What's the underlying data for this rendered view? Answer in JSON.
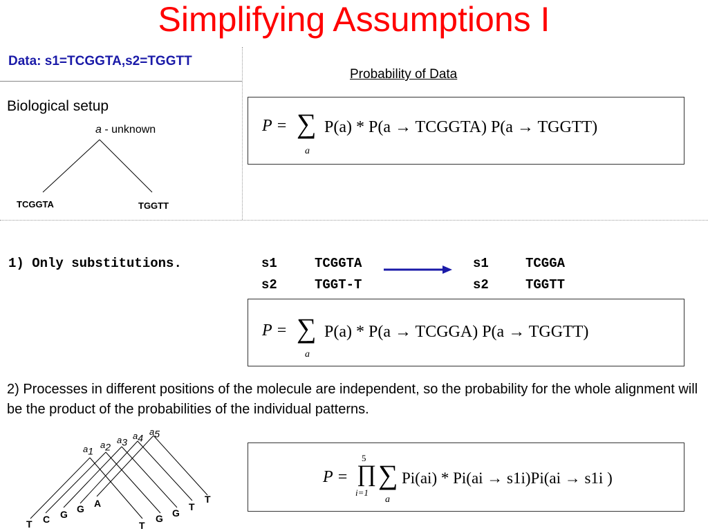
{
  "title": "Simplifying Assumptions I",
  "data_label": "Data: s1=TCGGTA,s2=TGGTT",
  "prob_title": "Probability of Data",
  "bio": {
    "setup": "Biological setup",
    "root_var": "a",
    "root_text": " - unknown",
    "leaf_left": "TCGGTA",
    "leaf_right": "TGGTT"
  },
  "formula1": {
    "lhs": "P =",
    "sum_sub": "a",
    "body": "P(a) * P(a → TCGGTA)  P(a → TGGTT)"
  },
  "section1": {
    "label": "1) Only substitutions.",
    "s1": "s1",
    "s2": "s2",
    "left_s1": "TCGGTA",
    "left_s2": "TGGT-T",
    "right_s1": "TCGGA",
    "right_s2": "TGGTT"
  },
  "formula2": {
    "lhs": "P =",
    "sum_sub": "a",
    "body": "P(a) * P(a → TCGGA) P(a → TGGTT)"
  },
  "section2": {
    "text": "2) Processes in different positions of the molecule are independent, so the probability for the whole alignment will be the product of the probabilities of the individual patterns."
  },
  "formula3": {
    "lhs": "P =",
    "prod_top": "5",
    "prod_bottom": "i=1",
    "sum_sub": "a",
    "body": "Pi(ai) * Pi(ai → s1i)Pi(ai → s1i )"
  },
  "trees": {
    "ancestors": [
      "a1",
      "a2",
      "a3",
      "a4",
      "a5"
    ],
    "seq1": [
      "T",
      "C",
      "G",
      "G",
      "A"
    ],
    "seq2": [
      "T",
      "G",
      "G",
      "T",
      "T"
    ]
  }
}
